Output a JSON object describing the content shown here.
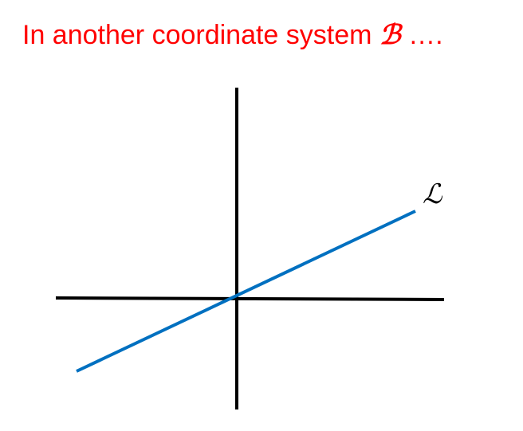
{
  "title": {
    "prefix": "In another coordinate system",
    "basis_symbol": "ℬ",
    "suffix": "….",
    "color": "#ff0000"
  },
  "diagram": {
    "axes_color": "#000000",
    "line_color": "#0070c0",
    "line_label": "ℒ"
  }
}
